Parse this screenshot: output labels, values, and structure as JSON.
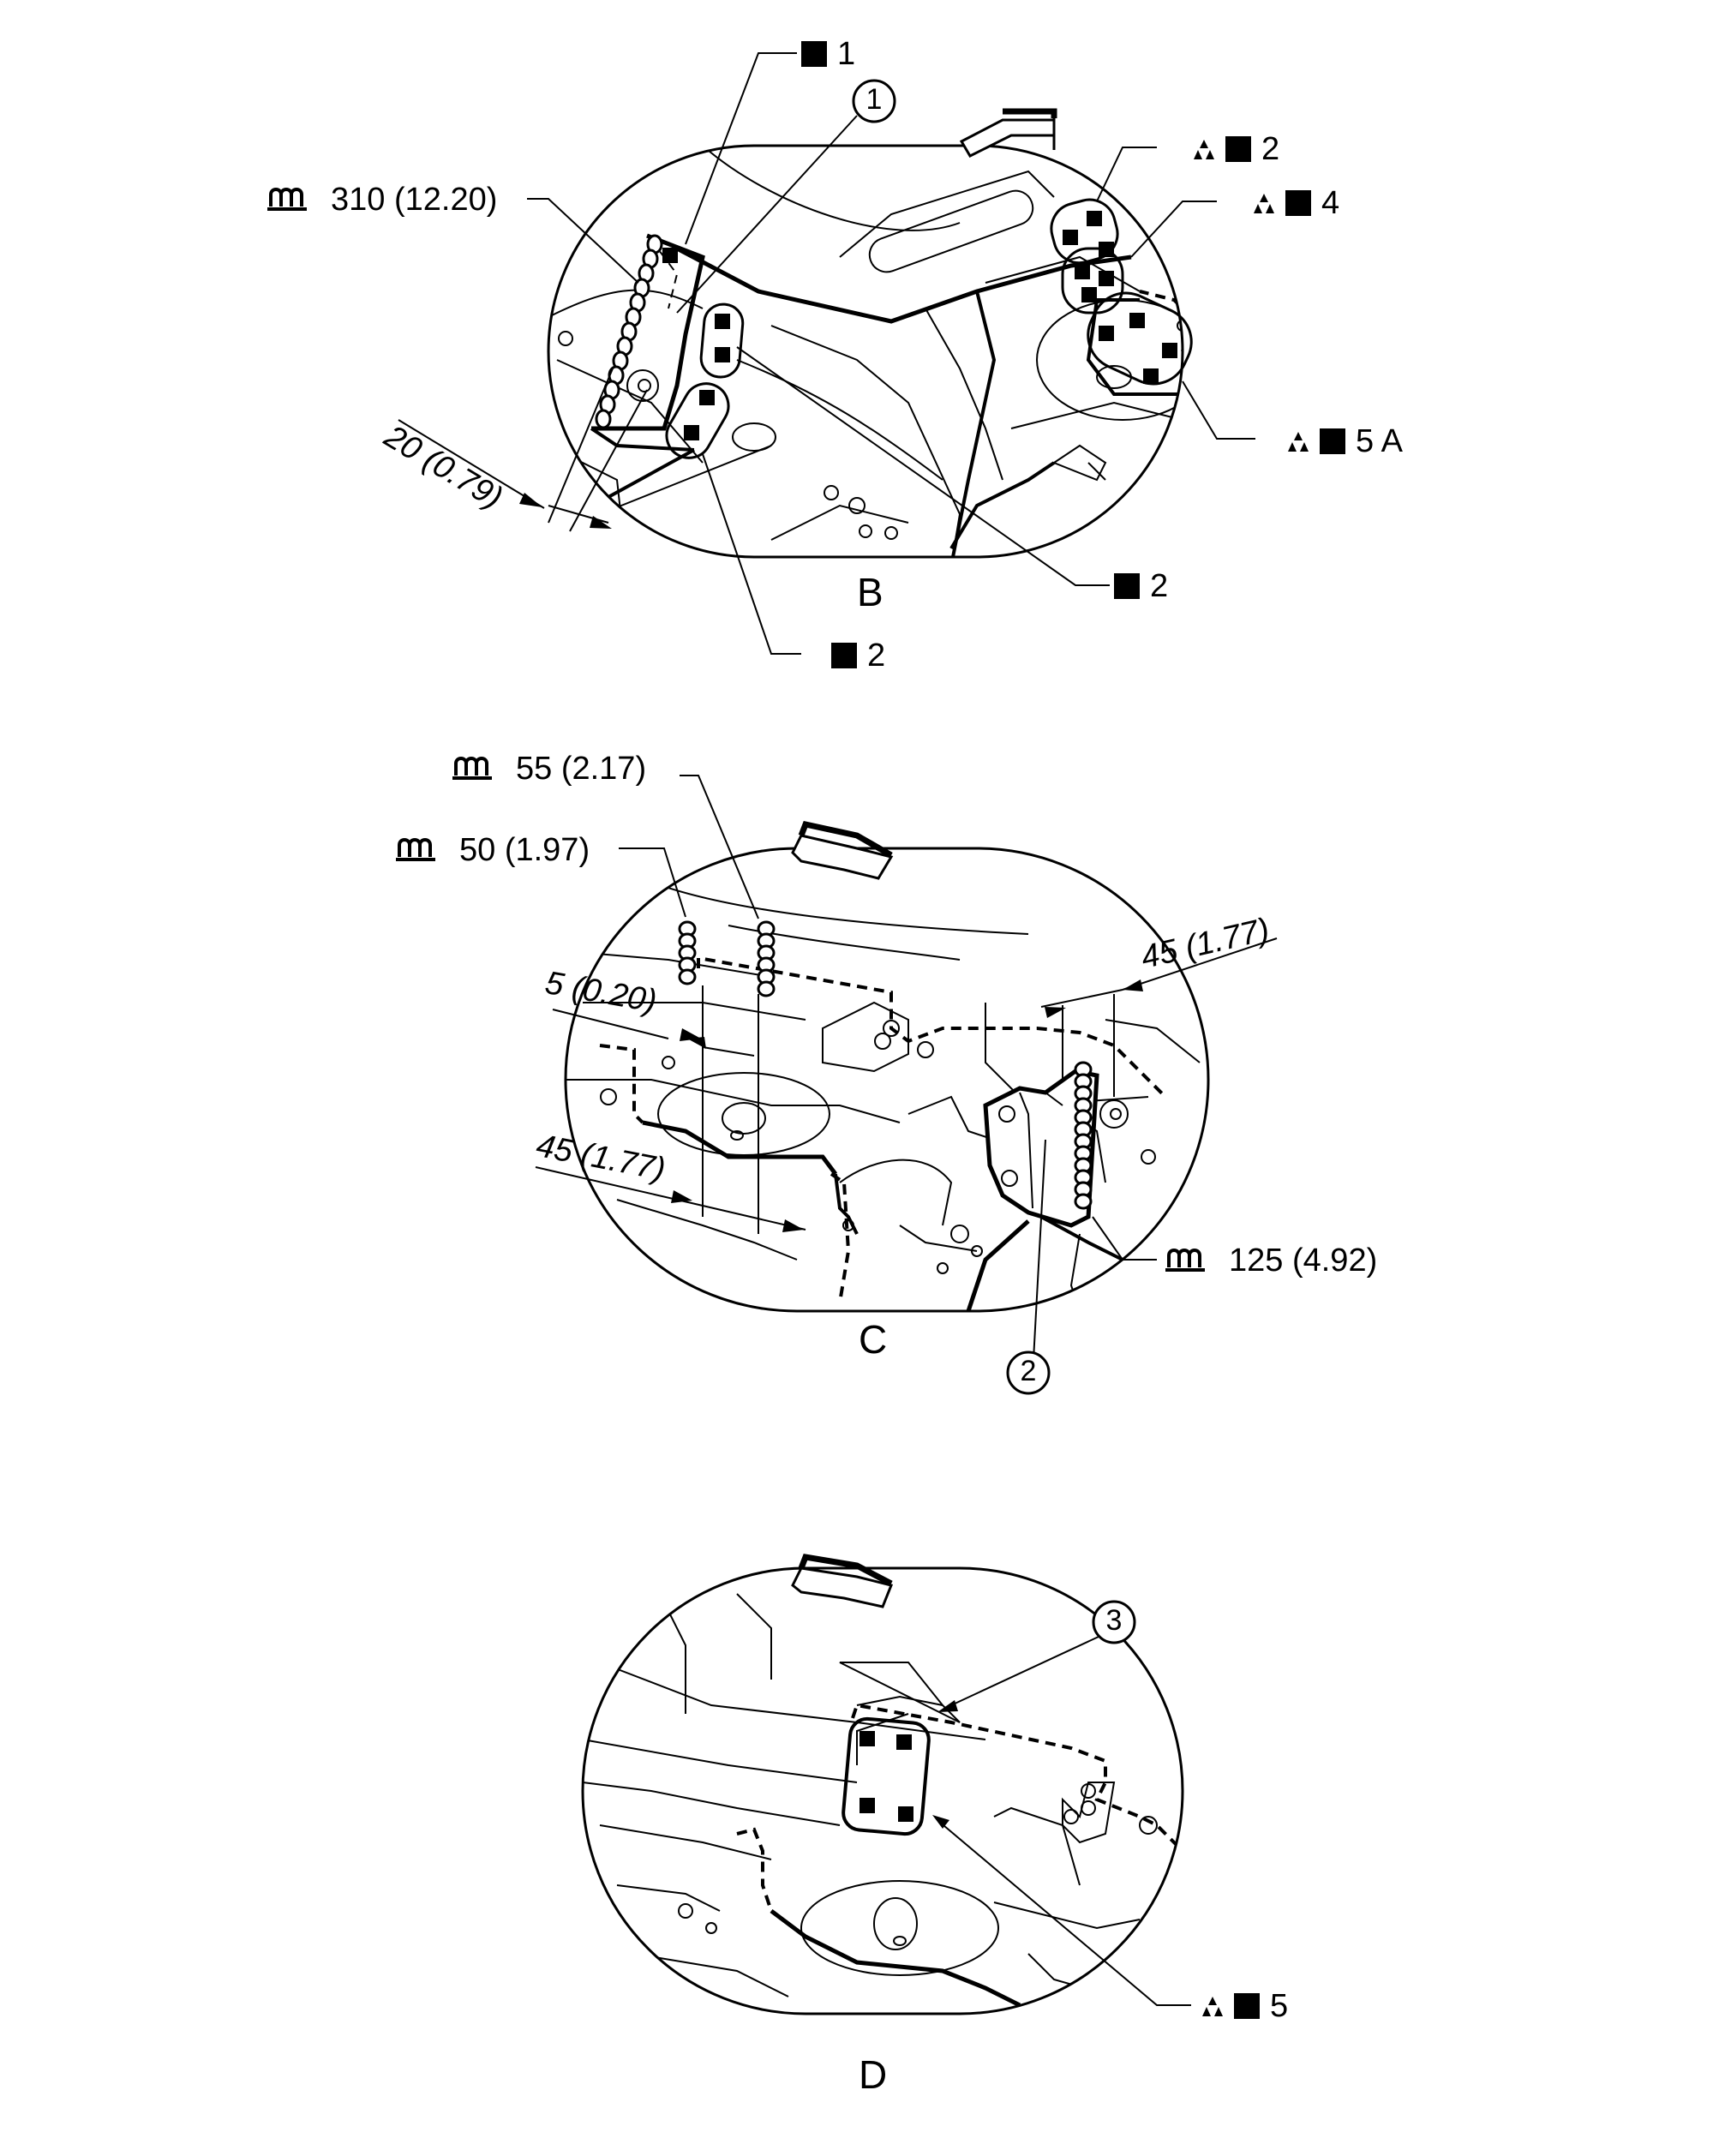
{
  "views": [
    {
      "letter": "B",
      "callouts": {
        "spot1": "1",
        "spot2_top_right": "2",
        "spot4": "4",
        "spot5A": "5 A",
        "spot2_mid": "2",
        "spot2_low": "2"
      },
      "dimensions": {
        "seam": "310 (12.20)",
        "offset": "20 (0.79)"
      },
      "part_numbers": [
        "1"
      ]
    },
    {
      "letter": "C",
      "dimensions": {
        "seam_a": "55 (2.17)",
        "seam_b": "50 (1.97)",
        "offset_a": "5 (0.20)",
        "offset_b": "45 (1.77)",
        "offset_c": "45 (1.77)",
        "seam_c": "125 (4.92)"
      },
      "part_numbers": [
        "2"
      ]
    },
    {
      "letter": "D",
      "callouts": {
        "spot5": "5"
      },
      "part_numbers": [
        "3"
      ]
    }
  ],
  "icons": [
    "spot-weld-square-icon",
    "mig-triangles-icon",
    "seam-weld-icon",
    "forward-arrow-icon"
  ]
}
